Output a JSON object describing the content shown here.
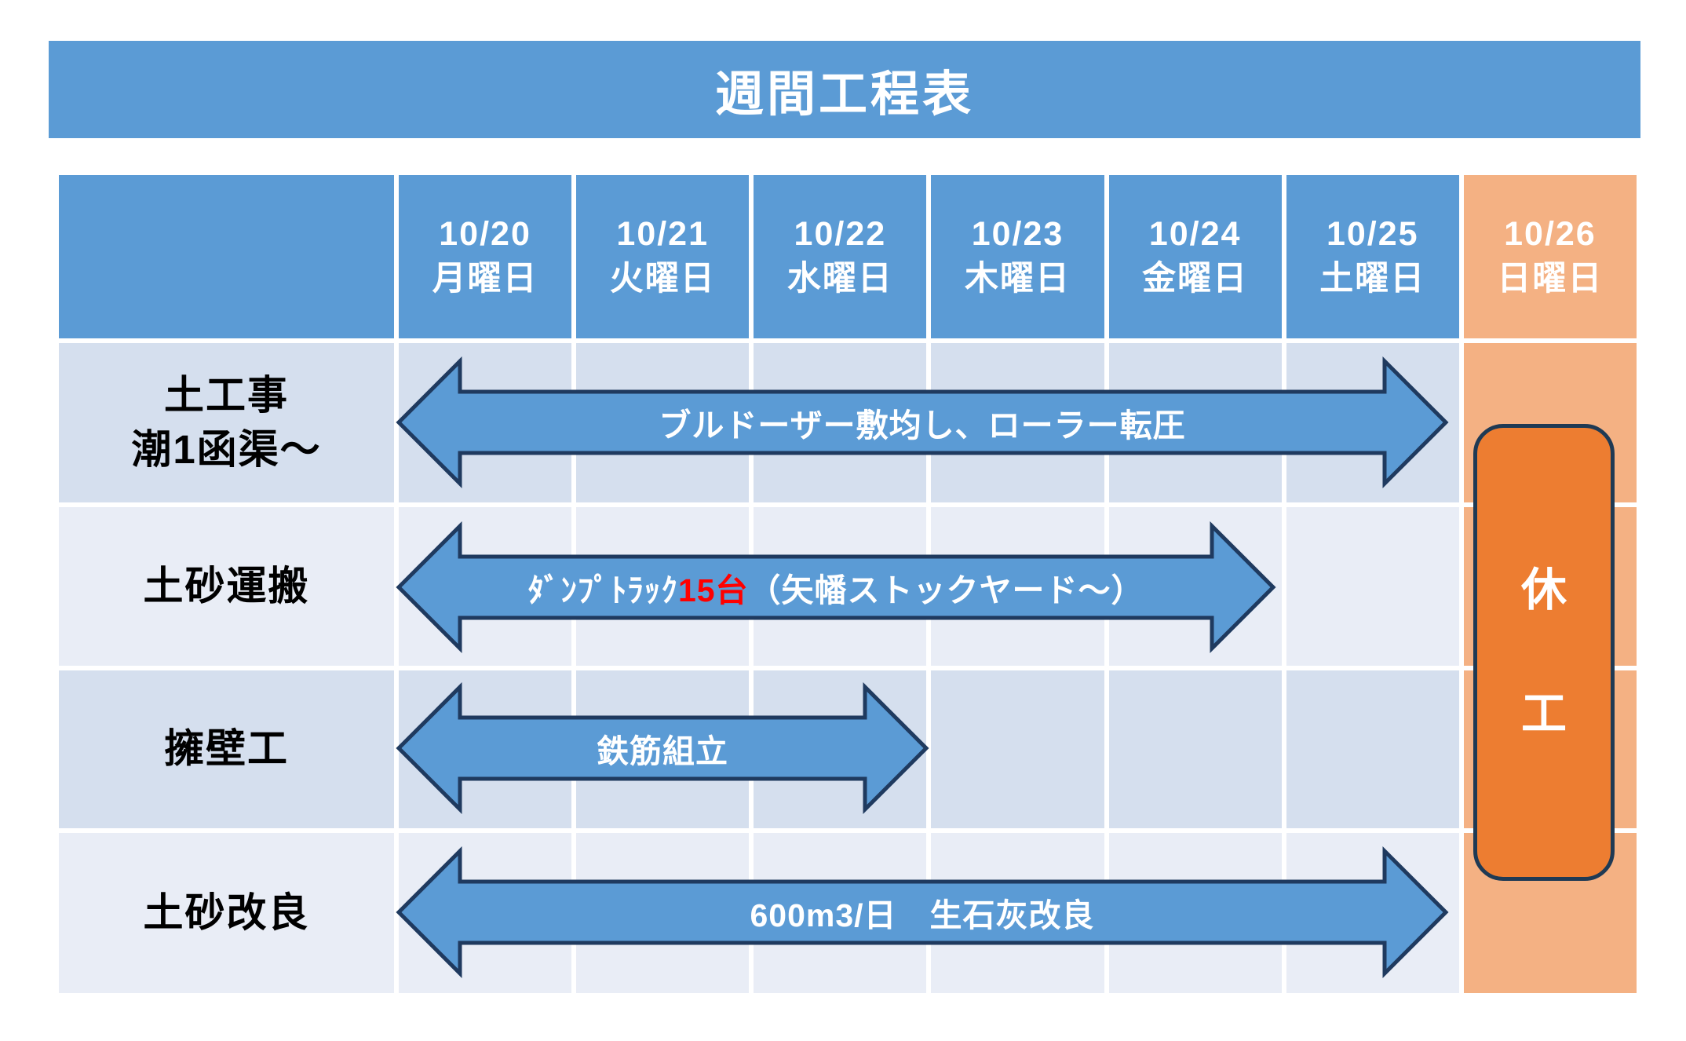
{
  "title": "週間工程表",
  "colors": {
    "header_blue": "#5b9bd5",
    "holiday_light_orange": "#f4b183",
    "holiday_dark_orange": "#ed7d31",
    "row_shade_dark": "#d5dfee",
    "row_shade_light": "#e9edf6",
    "bar_fill": "#5b9bd5",
    "bar_border": "#1f3a5f",
    "highlight_red": "#ff0000"
  },
  "table": {
    "days": [
      {
        "date": "10/20",
        "weekday": "月曜日"
      },
      {
        "date": "10/21",
        "weekday": "火曜日"
      },
      {
        "date": "10/22",
        "weekday": "水曜日"
      },
      {
        "date": "10/23",
        "weekday": "木曜日"
      },
      {
        "date": "10/24",
        "weekday": "金曜日"
      },
      {
        "date": "10/25",
        "weekday": "土曜日"
      },
      {
        "date": "10/26",
        "weekday": "日曜日"
      }
    ],
    "rows": [
      {
        "label_line1": "土工事",
        "label_line2": "潮1函渠～"
      },
      {
        "label_line1": "土砂運搬"
      },
      {
        "label_line1": "擁壁工"
      },
      {
        "label_line1": "土砂改良"
      }
    ]
  },
  "bars": [
    {
      "task": "土工事 潮1函渠～",
      "label": "ブルドーザー敷均し、ローラー転圧",
      "start": "10/20",
      "end": "10/25"
    },
    {
      "task": "土砂運搬",
      "label_prefix": "ﾀﾞﾝﾌﾟﾄﾗｯｸ",
      "label_highlight": "15台",
      "label_suffix": "（矢幡ストックヤード～）",
      "start": "10/20",
      "end": "10/24"
    },
    {
      "task": "擁壁工",
      "label": "鉄筋組立",
      "start": "10/20",
      "end": "10/22"
    },
    {
      "task": "土砂改良",
      "label": "600m3/日　生石灰改良",
      "start": "10/20",
      "end": "10/25"
    }
  ],
  "holiday_box": {
    "line1": "休",
    "line2": "工",
    "date": "10/26"
  },
  "chart_data": {
    "type": "gantt",
    "title": "週間工程表",
    "columns": [
      "10/20 月曜日",
      "10/21 火曜日",
      "10/22 水曜日",
      "10/23 木曜日",
      "10/24 金曜日",
      "10/25 土曜日",
      "10/26 日曜日"
    ],
    "tasks": [
      {
        "name": "土工事 潮1函渠～",
        "start": "10/20",
        "end": "10/25",
        "annotation": "ブルドーザー敷均し、ローラー転圧"
      },
      {
        "name": "土砂運搬",
        "start": "10/20",
        "end": "10/24",
        "annotation": "ﾀﾞﾝﾌﾟﾄﾗｯｸ15台（矢幡ストックヤード～）"
      },
      {
        "name": "擁壁工",
        "start": "10/20",
        "end": "10/22",
        "annotation": "鉄筋組立"
      },
      {
        "name": "土砂改良",
        "start": "10/20",
        "end": "10/25",
        "annotation": "600m3/日　生石灰改良"
      }
    ],
    "holiday": {
      "date": "10/26",
      "label": "休工"
    },
    "legend_position": "none",
    "grid": true
  }
}
